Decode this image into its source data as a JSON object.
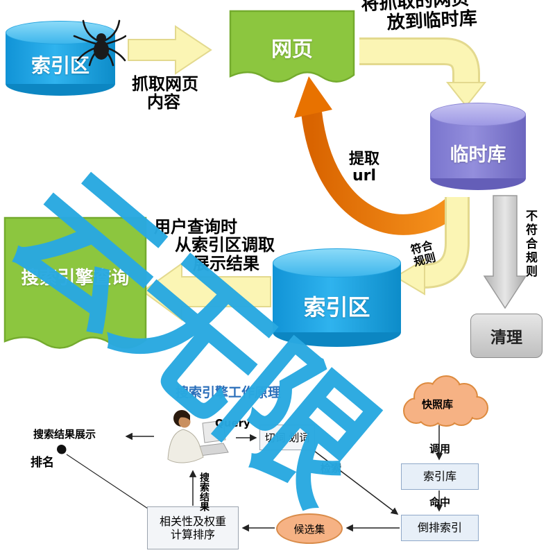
{
  "palette": {
    "cylinder_blue": "#1FA7E5",
    "cylinder_purple": "#8B86D8",
    "page_green": "#8CC63F",
    "arrow_yellow": "#FBF5B4",
    "arrow_orange": "#F7941E",
    "arrow_gray": "#C9C9C9",
    "watermark_blue": "#29A9E1",
    "cloud_orange": "#F6B284"
  },
  "watermark": {
    "text": "云无限"
  },
  "top": {
    "source_db": "索引区",
    "crawl_note_l1": "抓取网页",
    "crawl_note_l2": "内容",
    "webpage": "网页",
    "store_note_l1": "将抓取的网页",
    "store_note_l2": "放到临时库",
    "temp_db": "临时库",
    "extract_l1": "提取",
    "extract_l2": "url",
    "match_l1": "符合",
    "match_l2": "规则",
    "no_match": "不符合规则",
    "clean": "清理",
    "index_db": "索引区",
    "query_doc": "搜索引擎查询",
    "query_note_l1": "用户查询时",
    "query_note_l2": "从索引区调取",
    "query_note_l3": "展示结果"
  },
  "bottom": {
    "title": "搜索引擎工作原理",
    "snapshot": "快照库",
    "query": "Query",
    "segment": "切词 划词",
    "retrieve": "检索",
    "invoke": "调用",
    "hit": "命中",
    "index_store": "索引库",
    "inverted": "倒排索引",
    "candidates": "候选集",
    "rank_l1": "相关性及权重",
    "rank_l2": "计算排序",
    "result": "搜索结果",
    "serp": "搜索结果展示",
    "rank": "排名"
  }
}
